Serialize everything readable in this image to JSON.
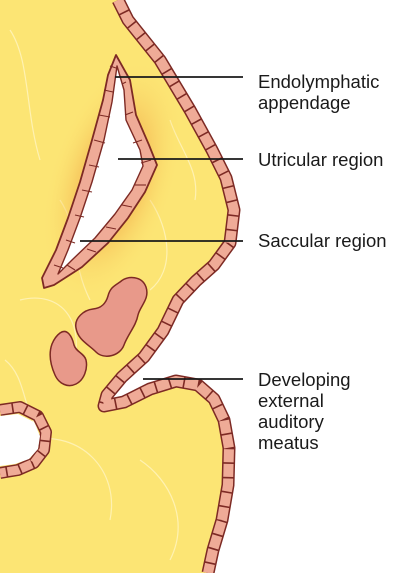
{
  "labels": {
    "endolymphatic": [
      "Endolymphatic",
      "appendage"
    ],
    "utricular": "Utricular region",
    "saccular": "Saccular region",
    "developing_meatus": [
      "Developing",
      "external",
      "auditory",
      "meatus"
    ]
  },
  "colors": {
    "mesenchyme": "#fce574",
    "mesenchyme_glow": "#f2b24a",
    "epithelium_cell": "#efab97",
    "epithelium_outline": "#7d2a24",
    "cartilage": "#e8998a",
    "leader_line": "#1a1a1a"
  }
}
